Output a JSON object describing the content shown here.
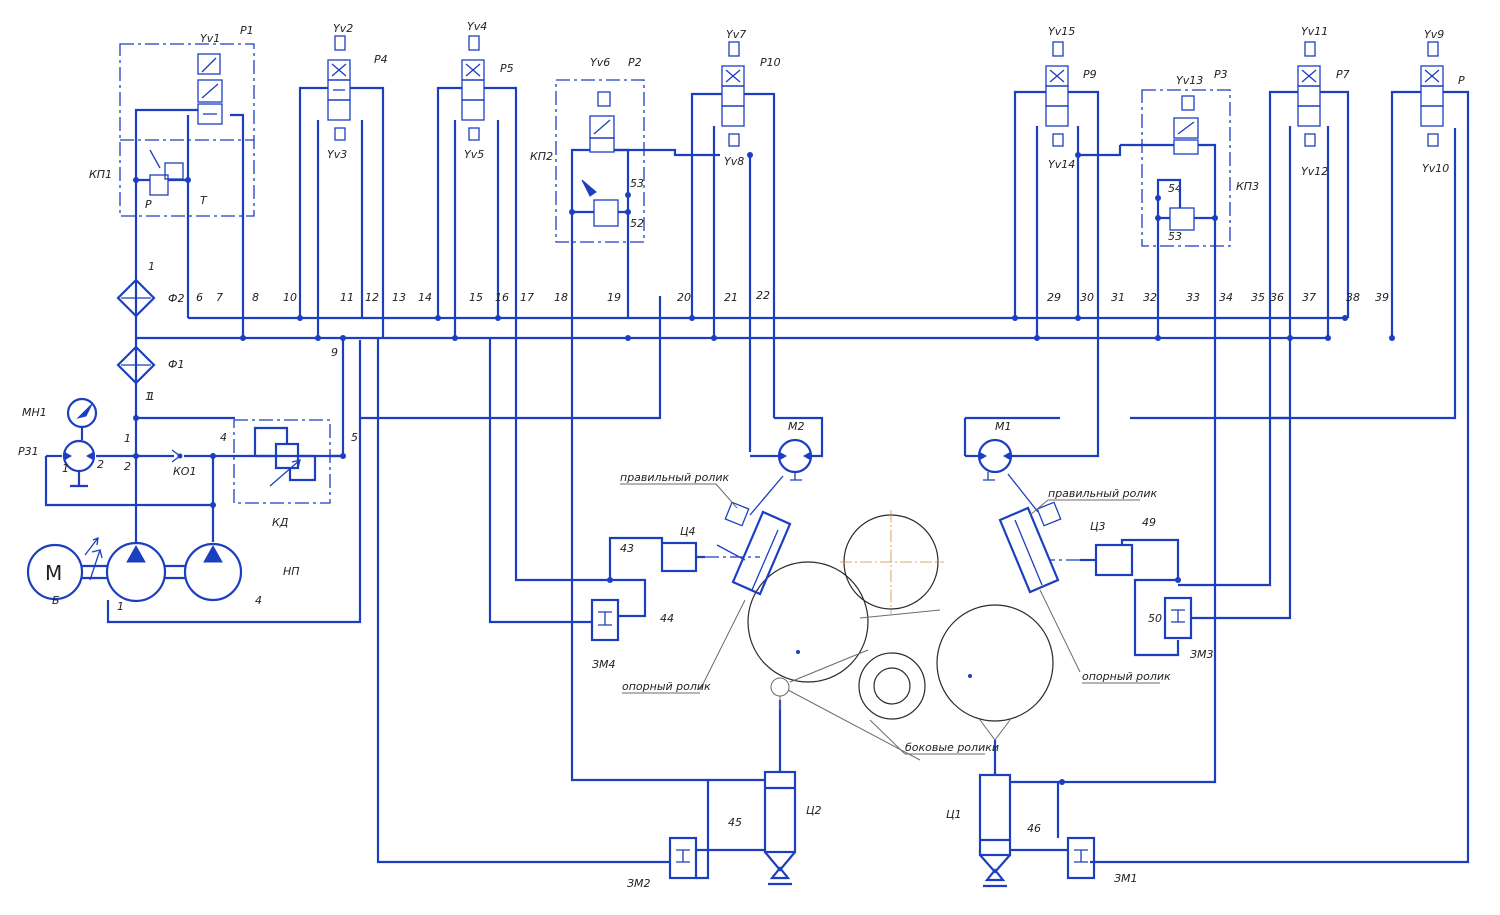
{
  "labels": {
    "p1": "P1",
    "p4": "P4",
    "p5": "P5",
    "p2": "P2",
    "p10": "P10",
    "p9": "P9",
    "p3": "P3",
    "p7": "P7",
    "p": "P",
    "yv1": "Yv1",
    "yv2": "Yv2",
    "yv3": "Yv3",
    "yv4": "Yv4",
    "yv5": "Yv5",
    "yv6": "Yv6",
    "yv7": "Yv7",
    "yv8": "Yv8",
    "yv9": "Yv9",
    "yv10": "Yv10",
    "yv11": "Yv11",
    "yv12": "Yv12",
    "yv13": "Yv13",
    "yv14": "Yv14",
    "yv15": "Yv15",
    "kp1": "КП1",
    "kp2": "КП2",
    "kp3": "КП3",
    "p_port": "P",
    "t_port": "T",
    "f2": "Ф2",
    "f1": "Ф1",
    "mn1": "МН1",
    "rz1": "Р31",
    "ko1": "КО1",
    "kd": "КД",
    "np": "НП",
    "b": "Б",
    "m": "М",
    "m1": "М1",
    "m2": "М2",
    "c1": "Ц1",
    "c2": "Ц2",
    "c3": "Ц3",
    "c4": "Ц4",
    "zm1": "ЗМ1",
    "zm2": "ЗМ2",
    "zm3": "ЗМ3",
    "zm4": "ЗМ4",
    "pravilny_left": "правильный ролик",
    "pravilny_right": "правильный ролик",
    "oporny_left": "опорный ролик",
    "oporny_right": "опорный ролик",
    "bokovye": "боковые ролики",
    "n1a": "1",
    "n1b": "1",
    "n1c": "1",
    "n1d": "1",
    "n1e": "1",
    "n2a": "2",
    "n2b": "2",
    "n4a": "4",
    "n4b": "4",
    "n5": "5",
    "n6": "6",
    "n7": "7",
    "n8": "8",
    "n9": "9",
    "n10": "10",
    "n11": "11",
    "n12": "12",
    "n13": "13",
    "n14": "14",
    "n15": "15",
    "n16": "16",
    "n17": "17",
    "n18": "18",
    "n19": "19",
    "n20": "20",
    "n21": "21",
    "n22": "22",
    "n29": "29",
    "n30": "30",
    "n31": "31",
    "n32": "32",
    "n33": "33",
    "n34": "34",
    "n35": "35",
    "n36": "36",
    "n37": "37",
    "n38": "38",
    "n39": "39",
    "n43": "43",
    "n44": "44",
    "n45": "45",
    "n46": "46",
    "n49": "49",
    "n50": "50",
    "n52": "52",
    "n53a": "53",
    "n53b": "53",
    "n54": "54"
  }
}
